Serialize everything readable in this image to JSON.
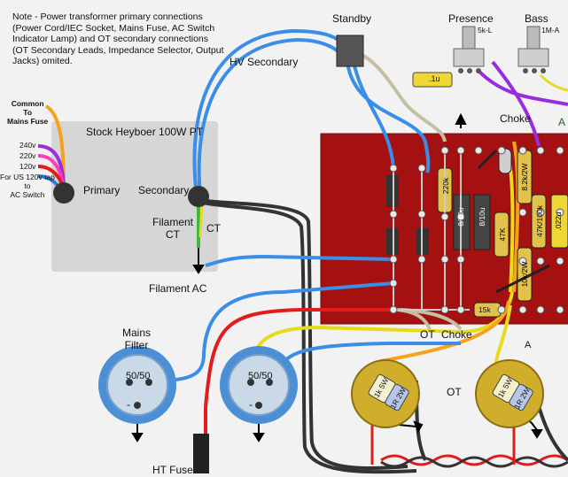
{
  "note": "Note  -  Power transformer primary connections (Power Cord/IEC Socket, Mains Fuse, AC Switch Indicator Lamp) and OT secondary connections (OT Secondary Leads, Impedance Selector, Output Jacks) omited.",
  "labels": {
    "standby": "Standby",
    "presence": "Presence",
    "presence_value": "5k-L",
    "bass": "Bass",
    "bass_value": "1M-A",
    "hv_secondary": "HV Secondary",
    "common_to_mains_fuse": "Common\nTo\nMains Fuse",
    "stock_pt": "Stock Heyboer 100W PT",
    "v240": "240v",
    "v220": "220v",
    "v120": "120v",
    "us_tap": "For US 120v tap\nto\nAC Switch",
    "primary": "Primary",
    "secondary": "Secondary",
    "filament_ct": "Filament\nCT",
    "ct": "CT",
    "filament_ac": "Filament AC",
    "choke_top": "Choke",
    "a_top": "A",
    "point_one_u": ".1u",
    "ot_board": "OT",
    "choke_board": "Choke",
    "mains_filter": "Mains\nFilter",
    "cap_left": "50/50",
    "cap_right": "50/50",
    "minus": "-",
    "a_bottom": "A",
    "ot_bottom": "OT",
    "ht_fuse": "HT Fuse"
  },
  "components": {
    "r_220k": "220k",
    "c_8_10u_a": "8/10u",
    "c_8_10u_b": "8/10u",
    "r_47k": "47K",
    "r_15k": "15k",
    "r_8_2k": "8.2k/2W",
    "r_10k": "10k/2W",
    "r_47k_100k": "47K/100k",
    "c_022u": ".022u",
    "r_1k5w_left": "1k 5W",
    "r_1r2w_left": "1R 2W",
    "r_1k5w_right": "1k 5W",
    "r_1r2w_right": "1R 2W"
  },
  "colors": {
    "board": "#a51010",
    "wire_blue": "#3a8ee8",
    "wire_orange": "#f5a21c",
    "wire_purple": "#9a2ce0",
    "wire_red": "#e21c1c",
    "wire_yellow": "#e6dc1e",
    "wire_gray": "#c4bfa4",
    "wire_dark": "#333333",
    "wire_green": "#3db83d",
    "cap_blue": "#4b8fd4",
    "tube_socket": "#d1ad2c"
  }
}
